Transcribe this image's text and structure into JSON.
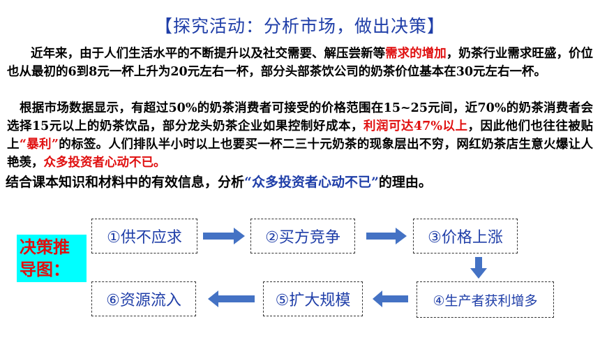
{
  "title": "【探究活动：分析市场，做出决策】",
  "paragraph1": {
    "t1": "近年来，由于人们生活水平的不断提升以及社交需要、解压尝新等",
    "red1": "需求的增加",
    "t2": "，奶茶行业需求旺盛，价位也从最初的6到8元一杯上升为20元左右一杯，部分头部茶饮公司的奶茶价位基本在30元左右一杯。"
  },
  "paragraph2": {
    "t1": "根据市场数据显示，有超过50%的奶茶消费者可接受的价格范围在15~25元间，近70%的奶茶消费者会选择15元以上的奶茶饮品，部分龙头奶茶企业如果控制好成本，",
    "red1": "利润可达47%以上",
    "t2": "，因此他们也往往被贴上",
    "red2": "“暴利”",
    "t3": "的标签。人们排队半小时以上也要买一杯二三十元奶茶的现象层出不穷，网红奶茶店生意火爆让人艳羡，",
    "red3": "众多投资者心动不已。"
  },
  "question": {
    "t1": "结合课本知识和材料中的有效信息，分析",
    "quote": "“众多投资者心动不已”",
    "t2": "的理由。"
  },
  "legend": "决策推导图：",
  "steps": [
    "①供不应求",
    "②买方竞争",
    "③价格上涨",
    "④生产者获利增多",
    "⑤扩大规模",
    "⑥资源流入"
  ],
  "colors": {
    "title": "#1f3ea8",
    "highlight": "#e01010",
    "arrow": "#4472c4",
    "legend_bg": "#00ffff"
  }
}
